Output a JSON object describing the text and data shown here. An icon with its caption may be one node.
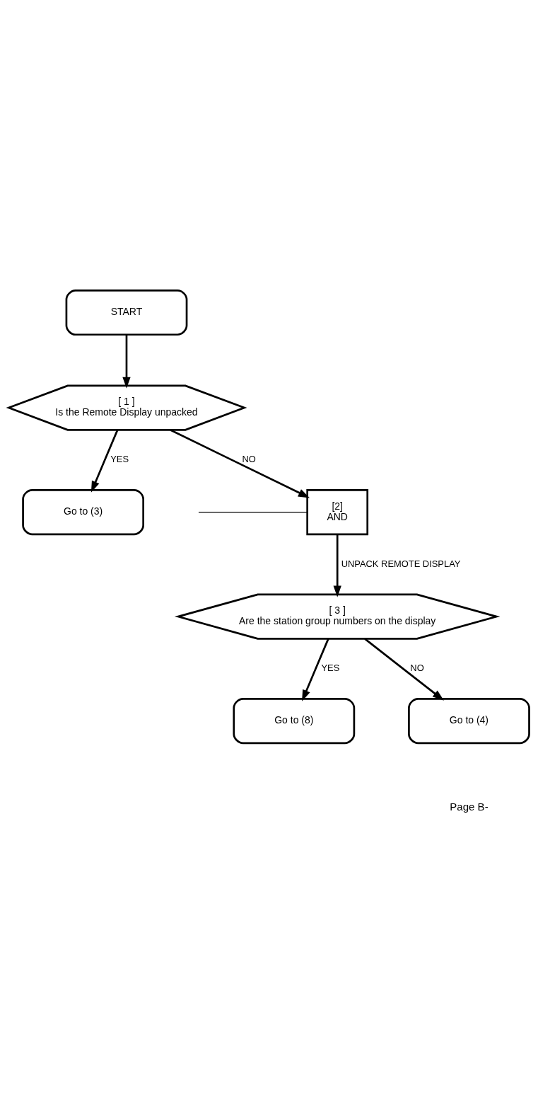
{
  "diagram": {
    "nodes": [
      {
        "text": [
          "START"
        ]
      },
      {
        "text": [
          "[ 1 ]",
          "Is the Remote Display unpacked"
        ]
      },
      {
        "text": [
          "Go to (3)"
        ]
      },
      {
        "text": [
          "[2]",
          "AND"
        ]
      },
      {
        "text": [
          "[ 3 ]",
          "Are the station group numbers on the display"
        ]
      },
      {
        "text": [
          "Go to (8)"
        ]
      },
      {
        "text": [
          "Go to (4)"
        ]
      }
    ],
    "edges": [
      {
        "from": 0,
        "to": 1,
        "arrow": "to"
      },
      {
        "from": 1,
        "to": 2,
        "arrow": "to",
        "label": "YES"
      },
      {
        "from": 1,
        "to": 3,
        "arrow": "to",
        "label": "NO"
      },
      {
        "from": null,
        "to": 3,
        "arrow": "none"
      },
      {
        "from": 3,
        "to": 4,
        "arrow": "to",
        "label": "UNPACK REMOTE DISPLAY"
      },
      {
        "from": 4,
        "to": 5,
        "arrow": "to",
        "label": "YES"
      },
      {
        "from": 4,
        "to": 6,
        "arrow": "to",
        "label": "NO"
      }
    ],
    "labels": [
      "Page B-"
    ]
  }
}
